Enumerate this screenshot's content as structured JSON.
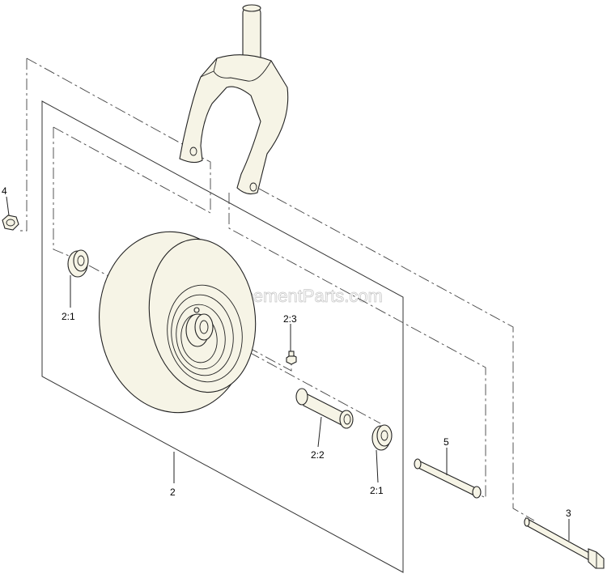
{
  "watermark": "eReplacementParts.com",
  "callouts": {
    "c4": "4",
    "c2_1_left": "2:1",
    "c2_3": "2:3",
    "c2": "2",
    "c2_2": "2:2",
    "c2_1_right": "2:1",
    "c5": "5",
    "c3": "3"
  },
  "part_icons": {
    "fork": "caster-fork-icon",
    "wheel": "wheel-tire-icon",
    "nut": "nut-icon",
    "bearing": "bearing-icon",
    "spacer": "spacer-tube-icon",
    "fitting": "grease-fitting-icon",
    "bolt": "bolt-icon",
    "shaft": "shaft-icon"
  },
  "colors": {
    "part_fill": "#f6f4e6",
    "line": "#222222",
    "watermark": "#c8c8c8"
  }
}
